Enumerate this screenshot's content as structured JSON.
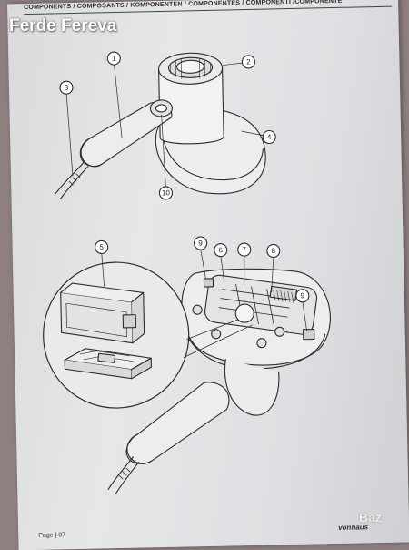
{
  "header": {
    "title": "COMPONENTS / COMPOSANTS / KOMPONENTEN / COMPONENTES / COMPONENTI /COMPONENTE"
  },
  "watermark": {
    "text": "Ferde Fereva"
  },
  "callouts": {
    "c1": "1",
    "c2": "2",
    "c3": "3",
    "c4": "4",
    "c5": "5",
    "c6": "6",
    "c7": "7",
    "c8": "8",
    "c9a": "9",
    "c9b": "9",
    "c10": "10"
  },
  "footer": {
    "page_label": "Page | 07",
    "brand": "vonhaus",
    "corner_logo": "Baz"
  }
}
